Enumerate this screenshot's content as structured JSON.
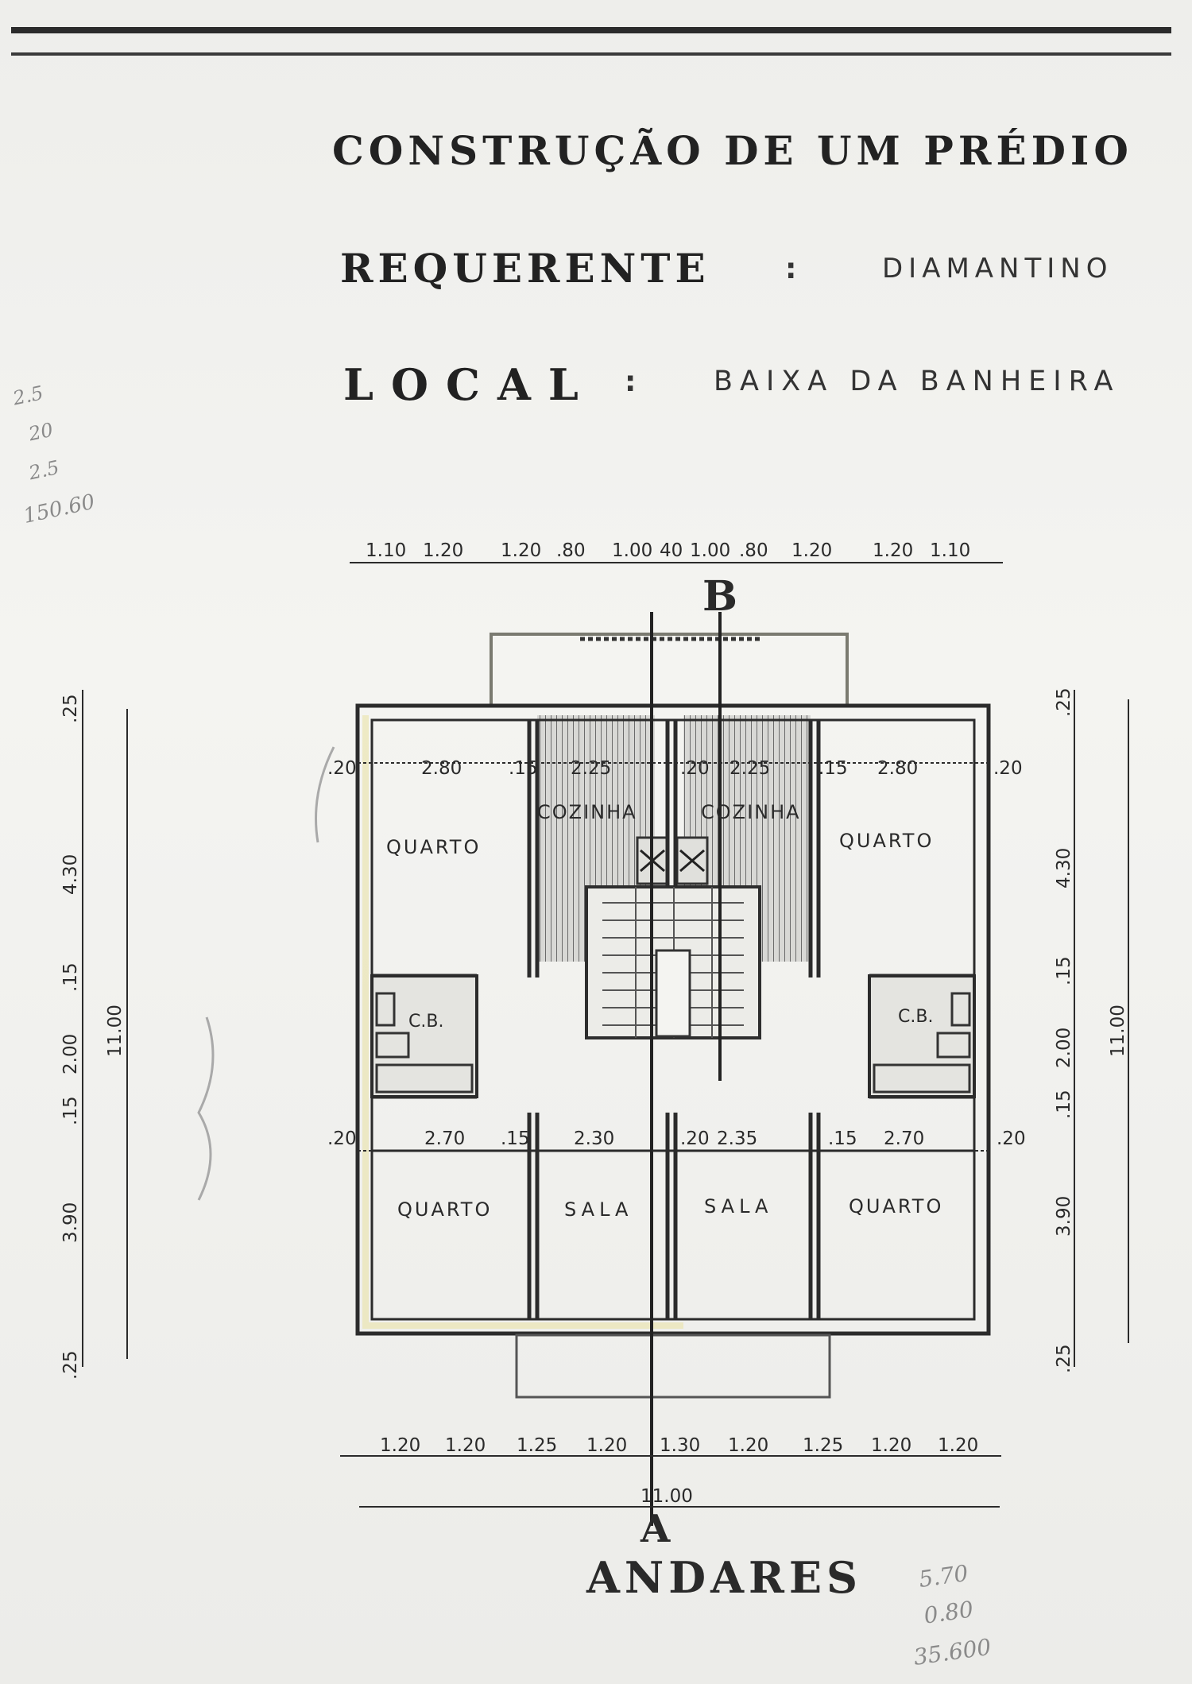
{
  "header": {
    "title": "CONSTRUÇÃO DE UM PRÉDIO",
    "requerente_label": "REQUERENTE",
    "requerente_sep": ":",
    "requerente_value": "DIAMANTINO",
    "local_label": "LOCAL",
    "local_sep": ":",
    "local_value": "BAIXA DA BANHEIRA"
  },
  "plan": {
    "section_b": "B",
    "section_a": "A",
    "caption": "ANDARES",
    "top_dims": [
      "1.10",
      "1.20",
      "1.20",
      ".80",
      "1.00",
      "40",
      "1.00",
      ".80",
      "1.20",
      "1.20",
      "1.10"
    ],
    "bottom_dims": [
      "1.20",
      "1.20",
      "1.25",
      "1.20",
      "1.30",
      "1.20",
      "1.25",
      "1.20",
      "1.20"
    ],
    "total_width": "11.00",
    "left_dims": [
      ".25",
      "4.30",
      ".15",
      "2.00",
      ".15",
      "3.90",
      ".25"
    ],
    "left_total": "11.00",
    "right_dims": [
      ".25",
      "4.30",
      ".15",
      "2.00",
      ".15",
      "3.90",
      ".25"
    ],
    "right_total": "11.00",
    "upper_row_dims": [
      ".20",
      "2.80",
      ".15",
      "2.25",
      ".20",
      "2.25",
      ".15",
      "2.80",
      ".20"
    ],
    "lower_row_dims": [
      ".20",
      "2.70",
      ".15",
      "2.30",
      ".20",
      "2.35",
      ".15",
      "2.70",
      ".20"
    ],
    "rooms": {
      "quarto_tl": "QUARTO",
      "cozinha_l": "COZINHA",
      "cozinha_r": "COZINHA",
      "quarto_tr": "QUARTO",
      "wc_l": "C.B.",
      "wc_r": "C.B.",
      "quarto_bl": "QUARTO",
      "sala_l": "SALA",
      "sala_r": "SALA",
      "quarto_br": "QUARTO"
    }
  },
  "annotations": {
    "hand_left": [
      "2.5",
      "20",
      "2.5",
      "150.60"
    ],
    "hand_bottom": [
      "5.70",
      "0.80",
      "35.600"
    ]
  }
}
